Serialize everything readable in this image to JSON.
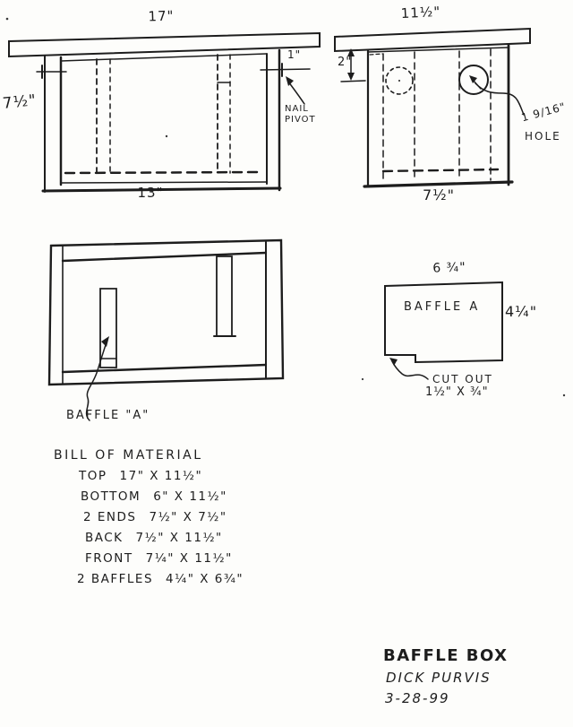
{
  "document": {
    "title": "BAFFLE BOX",
    "author": "DICK PURVIS",
    "date": "3-28-99"
  },
  "front_view": {
    "top_board_width": "17\"",
    "side_height": "7½\"",
    "inside_width": "13\"",
    "nail_inset": "1\"",
    "nail_note": "NAIL\nPIVOT"
  },
  "end_view": {
    "top_board_width": "11½\"",
    "hole_drop": "2\"",
    "inside_width": "7½\"",
    "hole_size": "1 9/16\"",
    "hole_word": "HOLE"
  },
  "plan_view": {
    "baffle_callout": "BAFFLE \"A\""
  },
  "baffle_detail": {
    "width": "6 ¾\"",
    "label": "BAFFLE A",
    "height": "4¼\"",
    "cutout_word": "CUT OUT",
    "cutout_size": "1½\" X ¾\""
  },
  "bill_of_material": {
    "heading": "BILL OF MATERIAL",
    "items": [
      {
        "part": "TOP",
        "size": "17\" X 11½\""
      },
      {
        "part": "BOTTOM",
        "size": "6\" X 11½\""
      },
      {
        "part": "2 ENDS",
        "size": "7½\" X 7½\""
      },
      {
        "part": "BACK",
        "size": "7½\" X 11½\""
      },
      {
        "part": "FRONT",
        "size": "7¼\" X 11½\""
      },
      {
        "part": "2 BAFFLES",
        "size": "4¼\" X 6¾\""
      }
    ]
  }
}
